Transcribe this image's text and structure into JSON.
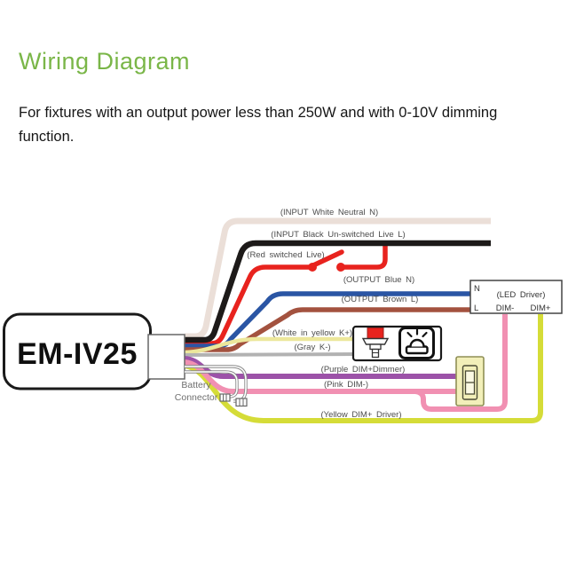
{
  "page": {
    "title": "Wiring Diagram",
    "description": "For fixtures with an output power less than 250W and with 0-10V dimming function."
  },
  "colors": {
    "accent_green": "#7ab648",
    "test_button_red": "#e8231e"
  },
  "device": {
    "label": "EM-IV25"
  },
  "battery": {
    "label_line1": "Battery",
    "label_line2": "Connector"
  },
  "wires": {
    "input_white": {
      "label": "(INPUT White Neutral N)",
      "color": "#ebdfd8"
    },
    "input_black": {
      "label": "(INPUT Black Un-switched Live L)",
      "color": "#1d1a19"
    },
    "red_switched": {
      "label": "(Red switched Live)",
      "color": "#e8231e"
    },
    "output_blue": {
      "label": "(OUTPUT Blue N)",
      "color": "#2a55a4"
    },
    "output_brown": {
      "label": "(OUTPUT Brown L)",
      "color": "#a3523f"
    },
    "k_plus": {
      "label": "(White in yellow K+)",
      "color": "#ece79b"
    },
    "k_minus": {
      "label": "(Gray K-)",
      "color": "#b2b2b2"
    },
    "dim_purple": {
      "label": "(Purple DIM+Dimmer)",
      "color": "#9c52a8"
    },
    "dim_pink": {
      "label": "(Pink DIM-)",
      "color": "#f190b2"
    },
    "dim_yellow": {
      "label": "(Yellow DIM+ Driver)",
      "color": "#d5dc38"
    }
  },
  "led_driver": {
    "label": "(LED Driver)",
    "terminal_n": "N",
    "terminal_l": "L",
    "terminal_dim_minus": "DIM-",
    "terminal_dim_plus": "DIM+"
  }
}
